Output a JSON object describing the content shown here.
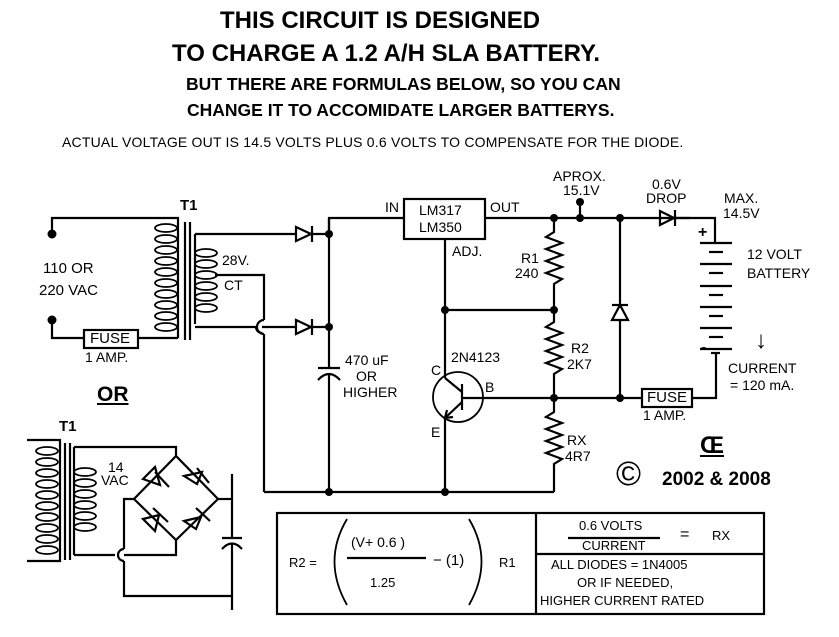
{
  "header": {
    "title_line1": "THIS CIRCUIT IS DESIGNED",
    "title_line2": "TO CHARGE A 1.2 A/H SLA BATTERY.",
    "subtitle_line1": "BUT THERE ARE FORMULAS BELOW, SO YOU CAN",
    "subtitle_line2": "CHANGE IT TO ACCOMIDATE LARGER BATTERYS.",
    "note": "ACTUAL VOLTAGE OUT IS 14.5 VOLTS  PLUS  0.6 VOLTS TO COMPENSATE FOR THE DIODE."
  },
  "labels": {
    "t1_top": "T1",
    "mains_line1": "110 OR",
    "mains_line2": "220 VAC",
    "fuse_in": "FUSE",
    "fuse_in_rating": "1 AMP.",
    "secondary_voltage": "28V.",
    "center_tap": "CT",
    "or": "OR",
    "t1_bottom": "T1",
    "bridge_vac_line1": "14",
    "bridge_vac_line2": "VAC",
    "cap_line1": "470 uF",
    "cap_line2": "OR",
    "cap_line3": "HIGHER",
    "reg_in": "IN",
    "reg_out": "OUT",
    "reg_adj": "ADJ.",
    "reg_name1": "LM317",
    "reg_name2": "LM350",
    "r1_name": "R1",
    "r1_value": "240",
    "r2_name": "R2",
    "r2_value": "2K7",
    "rx_name": "RX",
    "rx_value": "4R7",
    "transistor": "2N4123",
    "pin_c": "C",
    "pin_b": "B",
    "pin_e": "E",
    "aprox_line1": "APROX.",
    "aprox_line2": "15.1V",
    "drop_line1": "0.6V",
    "drop_line2": "DROP",
    "max_line1": "MAX.",
    "max_line2": "14.5V",
    "battery_line1": "12 VOLT",
    "battery_line2": "BATTERY",
    "plus": "+",
    "minus": "-",
    "current_arrow": "↓",
    "current_line1": "CURRENT",
    "current_line2": "= 120 mA.",
    "fuse_out": "FUSE",
    "fuse_out_rating": "1 AMP.",
    "logo": "Œ",
    "copyright_symbol": "©",
    "copyright_years": "2002 & 2008"
  },
  "formula_box": {
    "r2_lhs": "R2 =",
    "numerator": "(V+ 0.6 )",
    "denominator": "1.25",
    "minus_one": "− (1)",
    "r1_rhs": "R1",
    "rx_numerator": "0.6 VOLTS",
    "rx_denominator": "CURRENT",
    "rx_equals": "=",
    "rx_result": "RX",
    "diodes_line1": "ALL DIODES = 1N4005",
    "diodes_line2": "OR  IF NEEDED,",
    "diodes_line3": "HIGHER  CURRENT RATED"
  }
}
